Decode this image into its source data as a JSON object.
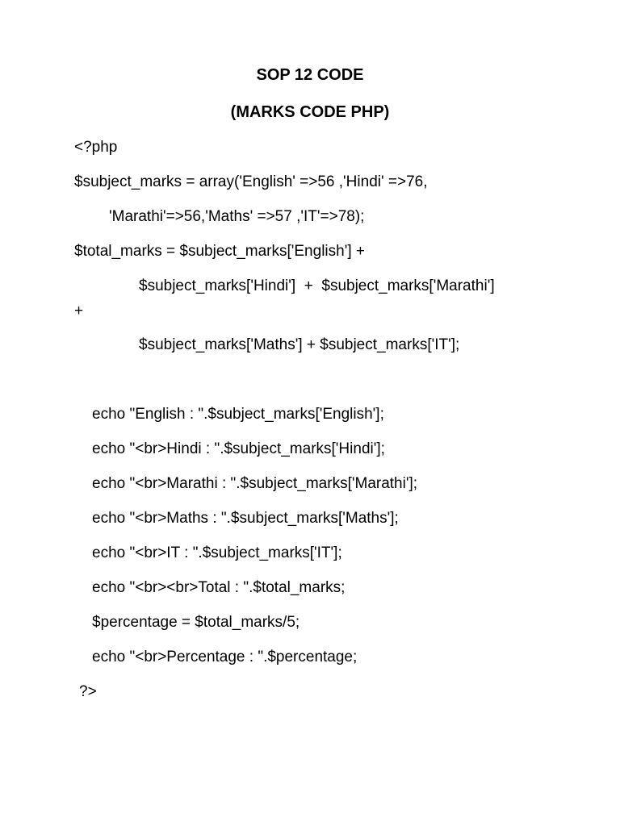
{
  "document": {
    "title": "SOP 12 CODE",
    "subtitle": "(MARKS CODE PHP)",
    "code_lines": [
      "<?php",
      "$subject_marks = array('English' =>56 ,'Hindi' =>76,",
      "'Marathi'=>56,'Maths' =>57 ,'IT'=>78);",
      "$total_marks = $subject_marks['English'] +",
      "$subject_marks['Hindi']  +  $subject_marks['Marathi']",
      "+",
      "$subject_marks['Maths'] + $subject_marks['IT'];",
      "echo \"English : \".$subject_marks['English'];",
      "echo \"<br>Hindi : \".$subject_marks['Hindi'];",
      "echo \"<br>Marathi : \".$subject_marks['Marathi'];",
      "echo \"<br>Maths : \".$subject_marks['Maths'];",
      "echo \"<br>IT : \".$subject_marks['IT'];",
      "echo \"<br><br>Total : \".$total_marks;",
      "$percentage = $total_marks/5;",
      "echo \"<br>Percentage : \".$percentage;",
      "?>"
    ]
  }
}
